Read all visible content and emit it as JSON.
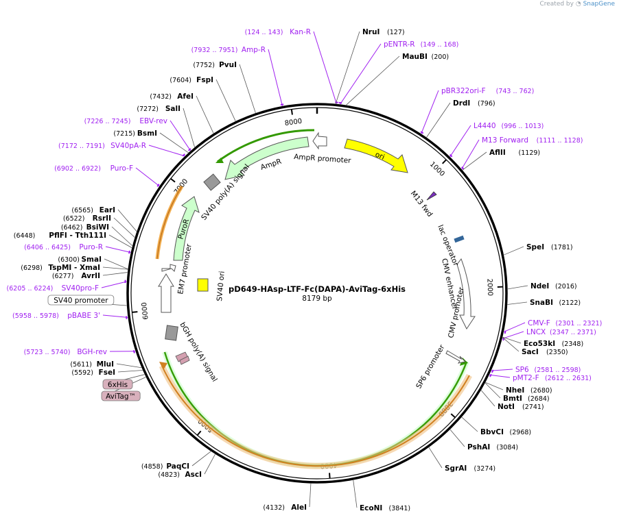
{
  "credit": {
    "created_by": "Created by",
    "brand": "SnapGene"
  },
  "plasmid": {
    "name": "pD649-HAsp-LTF-Fc(DAPA)-AviTag-6xHis",
    "length_label": "8179 bp",
    "length": 8179
  },
  "tick_labels": [
    "1000",
    "2000",
    "3000",
    "4000",
    "5000",
    "6000",
    "7000",
    "8000"
  ],
  "colors": {
    "primer": "#a020f0",
    "backbone": "#000000",
    "ori": "#ffff00",
    "promoter_fill": "#ffffff",
    "ampr": "#ccffcc",
    "green_line": "#339900",
    "orange_line": "#f0a030",
    "polya": "#999999",
    "lac": "#336699",
    "sv40ori": "#ffff00",
    "feature_pink": "#d4a0b0"
  },
  "enzymes": [
    {
      "name": "NruI",
      "pos": "(127)"
    },
    {
      "name": "MauBI",
      "pos": "(200)"
    },
    {
      "name": "DrdI",
      "pos": "(796)"
    },
    {
      "name": "AflII",
      "pos": "(1129)"
    },
    {
      "name": "SpeI",
      "pos": "(1781)"
    },
    {
      "name": "NdeI",
      "pos": "(2016)"
    },
    {
      "name": "SnaBI",
      "pos": "(2122)"
    },
    {
      "name": "Eco53kI",
      "pos": "(2348)"
    },
    {
      "name": "SacI",
      "pos": "(2350)"
    },
    {
      "name": "NheI",
      "pos": "(2680)"
    },
    {
      "name": "BmtI",
      "pos": "(2684)"
    },
    {
      "name": "NotI",
      "pos": "(2741)"
    },
    {
      "name": "BbvCI",
      "pos": "(2968)"
    },
    {
      "name": "PshAI",
      "pos": "(3084)"
    },
    {
      "name": "SgrAI",
      "pos": "(3274)"
    },
    {
      "name": "EcoNI",
      "pos": "(3841)"
    },
    {
      "name": "AleI",
      "pos": "(4132)"
    },
    {
      "name": "AscI",
      "pos": "(4823)"
    },
    {
      "name": "PaqCI",
      "pos": "(4858)"
    },
    {
      "name": "FseI",
      "pos": "(5592)"
    },
    {
      "name": "MluI",
      "pos": "(5611)"
    },
    {
      "name": "AvrII",
      "pos": "(6277)"
    },
    {
      "name": "TspMI - XmaI",
      "pos": "(6298)"
    },
    {
      "name": "SmaI",
      "pos": "(6300)"
    },
    {
      "name": "PflFI - Tth111I",
      "pos": "(6448)"
    },
    {
      "name": "BsiWI",
      "pos": "(6462)"
    },
    {
      "name": "RsrII",
      "pos": "(6522)"
    },
    {
      "name": "EarI",
      "pos": "(6565)"
    },
    {
      "name": "BsmI",
      "pos": "(7215)"
    },
    {
      "name": "SalI",
      "pos": "(7272)"
    },
    {
      "name": "AfeI",
      "pos": "(7432)"
    },
    {
      "name": "FspI",
      "pos": "(7604)"
    },
    {
      "name": "PvuI",
      "pos": "(7752)"
    }
  ],
  "primers": [
    {
      "name": "Kan-R",
      "range": "(124 .. 143)"
    },
    {
      "name": "pENTR-R",
      "range": "(149 .. 168)"
    },
    {
      "name": "pBR322ori-F",
      "range": "(743 .. 762)"
    },
    {
      "name": "L4440",
      "range": "(996 .. 1013)"
    },
    {
      "name": "M13 Forward",
      "range": "(1111 .. 1128)"
    },
    {
      "name": "CMV-F",
      "range": "(2301 .. 2321)"
    },
    {
      "name": "LNCX",
      "range": "(2347 .. 2371)"
    },
    {
      "name": "SP6",
      "range": "(2581 .. 2598)"
    },
    {
      "name": "pMT2-F",
      "range": "(2612 .. 2631)"
    },
    {
      "name": "BGH-rev",
      "range": "(5723 .. 5740)"
    },
    {
      "name": "pBABE 3'",
      "range": "(5958 .. 5978)"
    },
    {
      "name": "SV40pro-F",
      "range": "(6205 .. 6224)"
    },
    {
      "name": "Puro-R",
      "range": "(6406 .. 6425)"
    },
    {
      "name": "Puro-F",
      "range": "(6902 .. 6922)"
    },
    {
      "name": "SV40pA-R",
      "range": "(7172 .. 7191)"
    },
    {
      "name": "EBV-rev",
      "range": "(7226 .. 7245)"
    },
    {
      "name": "Amp-R",
      "range": "(7932 .. 7951)"
    }
  ],
  "boxed_features": [
    {
      "name": "SV40 promoter"
    },
    {
      "name": "6xHis"
    },
    {
      "name": "AviTag™"
    }
  ],
  "features": [
    {
      "name": "ori"
    },
    {
      "name": "AmpR promoter"
    },
    {
      "name": "AmpR"
    },
    {
      "name": "SV40 poly(A) signal"
    },
    {
      "name": "PuroR"
    },
    {
      "name": "EM7 promoter"
    },
    {
      "name": "SV40 ori"
    },
    {
      "name": "bGH poly(A) signal"
    },
    {
      "name": "M13 fwd"
    },
    {
      "name": "lac operator"
    },
    {
      "name": "CMV enhancer"
    },
    {
      "name": "CMV promoter"
    },
    {
      "name": "SP6 promoter"
    }
  ]
}
